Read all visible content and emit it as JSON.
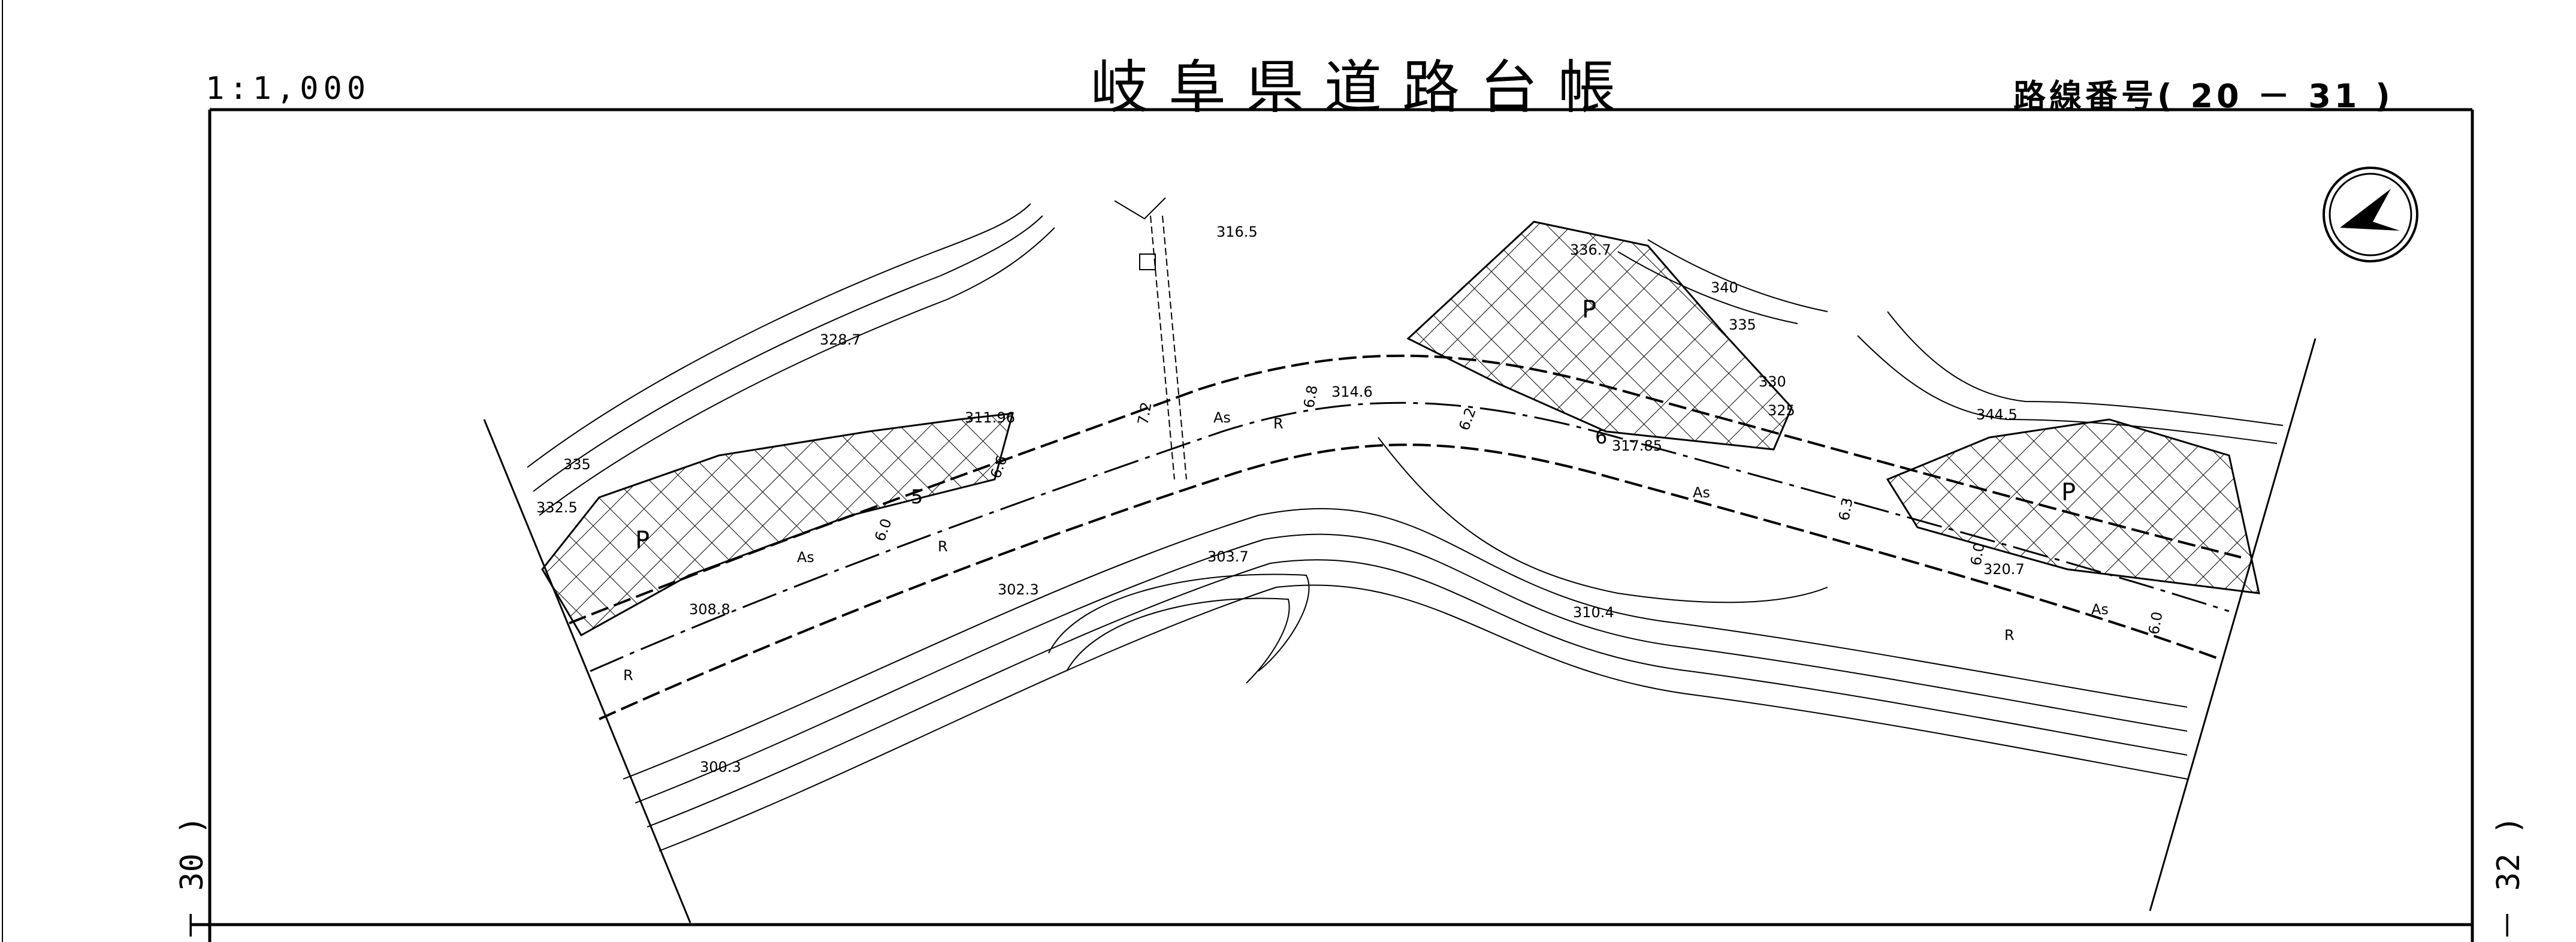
{
  "header": {
    "scale": "1:1,000",
    "title": "岐阜県道路台帳",
    "route_number": "路線番号( 20 － 31 )"
  },
  "sheet_links": {
    "previous": "－ 30 )",
    "next": "－ 32 )"
  },
  "map": {
    "north_arrow": "north-arrow-icon",
    "pavement_label": "As",
    "parcel_label": "P",
    "retaining_label": "R",
    "spot_elevations": [
      "316.5",
      "336.7",
      "340",
      "335",
      "330",
      "325",
      "344.5",
      "328.7",
      "335",
      "332.5",
      "311.96",
      "314.6",
      "317.85",
      "303.7",
      "302.3",
      "310.4",
      "308.8",
      "320.7",
      "300.3"
    ],
    "road_widths": [
      "7.2",
      "6.8",
      "6.2",
      "6",
      "6.3",
      "6.0",
      "6.6",
      "6.0",
      "5",
      "6.0"
    ]
  }
}
